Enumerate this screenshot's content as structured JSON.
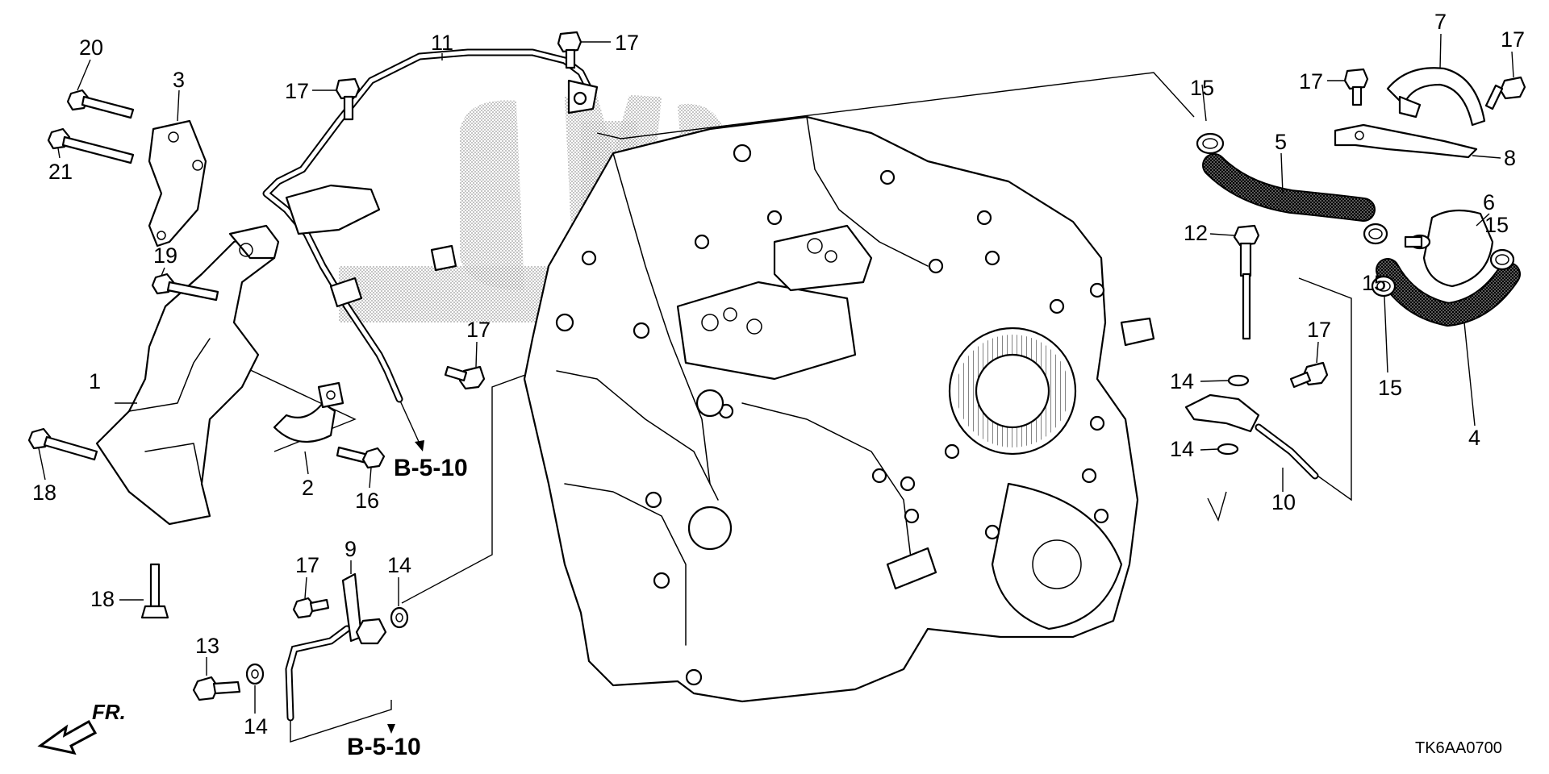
{
  "diagram_code": "TK6AA0700",
  "direction_marker": "FR.",
  "references": [
    "B-5-10",
    "B-5-10"
  ],
  "callouts": [
    {
      "id": "c1",
      "text": "1"
    },
    {
      "id": "c2",
      "text": "2"
    },
    {
      "id": "c3",
      "text": "3"
    },
    {
      "id": "c4",
      "text": "4"
    },
    {
      "id": "c5",
      "text": "5"
    },
    {
      "id": "c6",
      "text": "6"
    },
    {
      "id": "c7",
      "text": "7"
    },
    {
      "id": "c8",
      "text": "8"
    },
    {
      "id": "c9",
      "text": "9"
    },
    {
      "id": "c10",
      "text": "10"
    },
    {
      "id": "c11",
      "text": "11"
    },
    {
      "id": "c12",
      "text": "12"
    },
    {
      "id": "c13",
      "text": "13"
    },
    {
      "id": "c14a",
      "text": "14"
    },
    {
      "id": "c14b",
      "text": "14"
    },
    {
      "id": "c14c",
      "text": "14"
    },
    {
      "id": "c14d",
      "text": "14"
    },
    {
      "id": "c15a",
      "text": "15"
    },
    {
      "id": "c15b",
      "text": "15"
    },
    {
      "id": "c15c",
      "text": "15"
    },
    {
      "id": "c15d",
      "text": "15"
    },
    {
      "id": "c16",
      "text": "16"
    },
    {
      "id": "c17a",
      "text": "17"
    },
    {
      "id": "c17b",
      "text": "17"
    },
    {
      "id": "c17c",
      "text": "17"
    },
    {
      "id": "c17d",
      "text": "17"
    },
    {
      "id": "c17e",
      "text": "17"
    },
    {
      "id": "c17f",
      "text": "17"
    },
    {
      "id": "c17g",
      "text": "17"
    },
    {
      "id": "c18a",
      "text": "18"
    },
    {
      "id": "c18b",
      "text": "18"
    },
    {
      "id": "c19",
      "text": "19"
    },
    {
      "id": "c20",
      "text": "20"
    },
    {
      "id": "c21",
      "text": "21"
    }
  ]
}
